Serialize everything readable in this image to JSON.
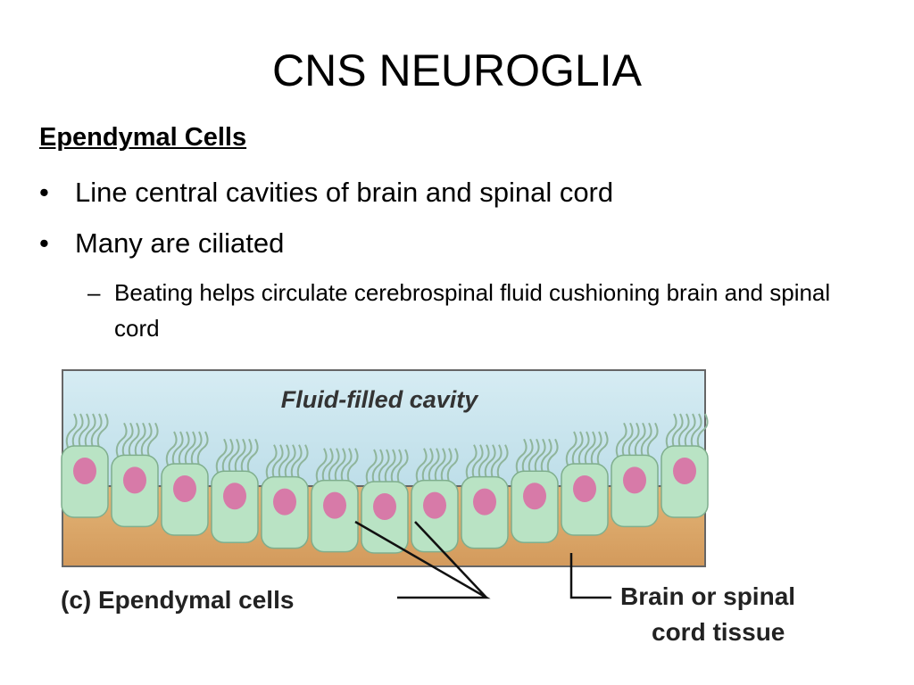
{
  "slide": {
    "title": "CNS NEUROGLIA",
    "heading": "Ependymal Cells",
    "bullets": [
      "Line central cavities of brain and spinal cord",
      "Many are ciliated"
    ],
    "sub_bullet": "Beating helps circulate cerebrospinal fluid cushioning brain and spinal cord",
    "bullet_char": "•",
    "sub_char": "–"
  },
  "figure": {
    "cavity_label": "Fluid-filled cavity",
    "part_label": "(c) Ependymal cells",
    "tissue_label_line1": "Brain or spinal",
    "tissue_label_line2": "cord tissue",
    "colors": {
      "cavity": "#cfe6ef",
      "tissue": "#dca66a",
      "cell": "#b9e3c4",
      "nucleus": "#d77aa8",
      "outline": "#444444"
    }
  }
}
